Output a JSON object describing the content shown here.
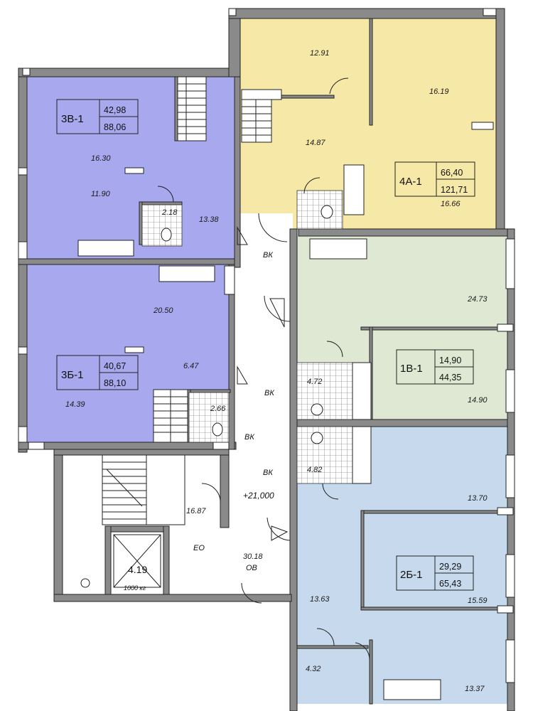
{
  "colors": {
    "apt_3v": "#a8a8ee",
    "apt_3b": "#a8a8ee",
    "apt_4a": "#f6e8a6",
    "apt_1v": "#dfe8d2",
    "apt_2b": "#c7d9ec",
    "wall": "#8a8a8a",
    "line": "#222222"
  },
  "apartments": [
    {
      "id": "3v",
      "code": "3В-1",
      "living": "42,98",
      "total": "88,06"
    },
    {
      "id": "3b",
      "code": "3Б-1",
      "living": "40,67",
      "total": "88,10"
    },
    {
      "id": "4a",
      "code": "4А-1",
      "living": "66,40",
      "total": "121,71"
    },
    {
      "id": "1v",
      "code": "1В-1",
      "living": "14,90",
      "total": "44,35"
    },
    {
      "id": "2b",
      "code": "2Б-1",
      "living": "29,29",
      "total": "65,43"
    }
  ],
  "room_areas": {
    "r_3v_a": "16.30",
    "r_3v_b": "11.90",
    "r_3v_c": "13.38",
    "r_3v_bath": "2.18",
    "r_3b_a": "20.50",
    "r_3b_b": "6.47",
    "r_3b_c": "14.39",
    "r_3b_bath": "2.66",
    "r_4a_a": "12.91",
    "r_4a_b": "16.19",
    "r_4a_c": "14.87",
    "r_4a_d": "16.66",
    "r_1v_a": "24.73",
    "r_1v_b": "14.90",
    "r_1v_bath": "4.72",
    "r_2b_bath": "4.82",
    "r_2b_a": "13.70",
    "r_2b_b": "15.59",
    "r_2b_c": "13.63",
    "r_2b_d": "4.32",
    "r_2b_e": "13.37",
    "stair": "16.87",
    "lift": "4.19",
    "corridor": "30.18"
  },
  "labels": {
    "vk1": "ВК",
    "vk2": "ВК",
    "vk3": "ВК",
    "vk4": "ВК",
    "eo": "ЕО",
    "ov": "ОВ",
    "elevation": "+21,000",
    "lift_capacity": "1000 кг"
  }
}
